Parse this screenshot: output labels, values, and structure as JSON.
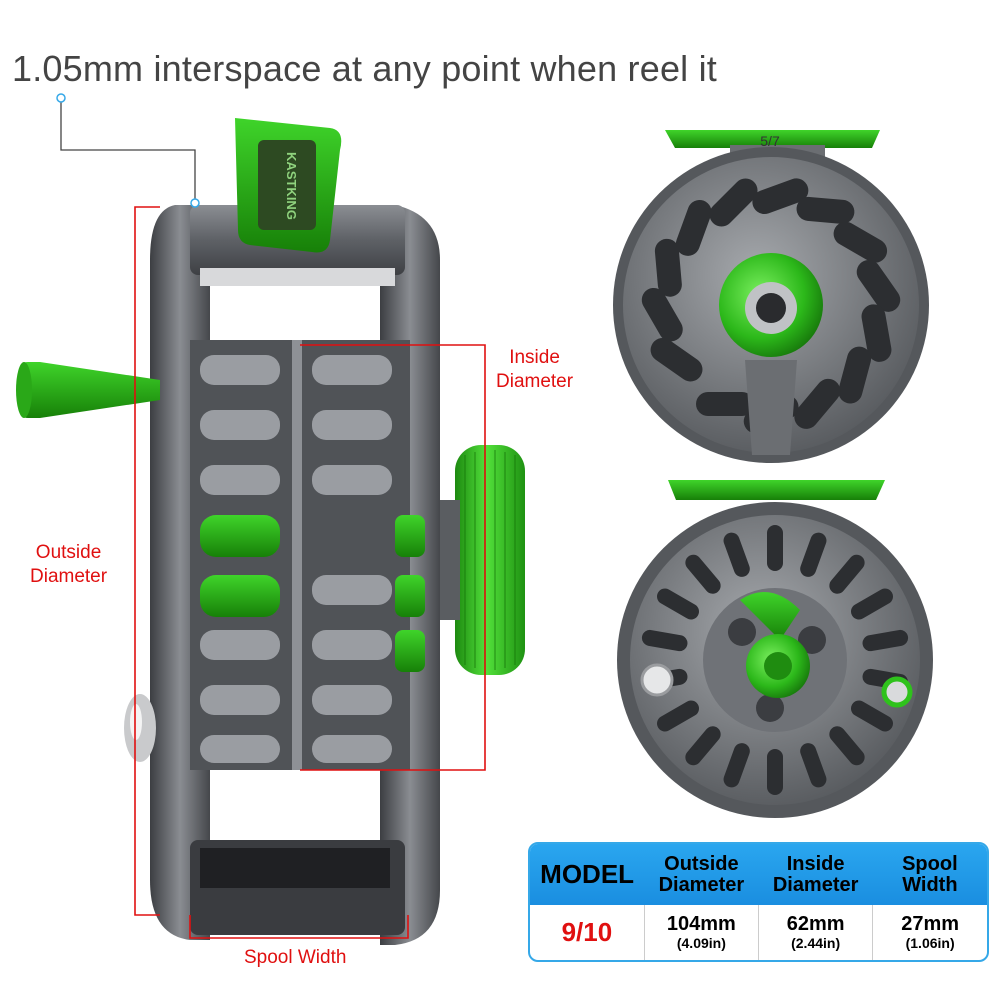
{
  "headline": "1.05mm interspace at any point when reel it",
  "labels": {
    "inside": [
      "Inside",
      "Diameter"
    ],
    "outside": [
      "Outside",
      "Diameter"
    ],
    "spool": "Spool Width"
  },
  "reel_markings": {
    "frame_size": "5/7",
    "brand": "KASTKING"
  },
  "spec_table": {
    "headers": [
      {
        "line1": "MODEL",
        "line2": ""
      },
      {
        "line1": "Outside",
        "line2": "Diameter"
      },
      {
        "line1": "Inside",
        "line2": "Diameter"
      },
      {
        "line1": "Spool",
        "line2": "Width"
      }
    ],
    "row": {
      "model": "9/10",
      "outside": {
        "value": "104mm",
        "inch": "(4.09in)"
      },
      "inside": {
        "value": "62mm",
        "inch": "(2.44in)"
      },
      "spool": {
        "value": "27mm",
        "inch": "(1.06in)"
      }
    }
  },
  "colors": {
    "accent_green": "#2fc21c",
    "metal_gray": "#6b6e72",
    "measure_red": "#e01010",
    "table_blue": "#1e97e6"
  }
}
